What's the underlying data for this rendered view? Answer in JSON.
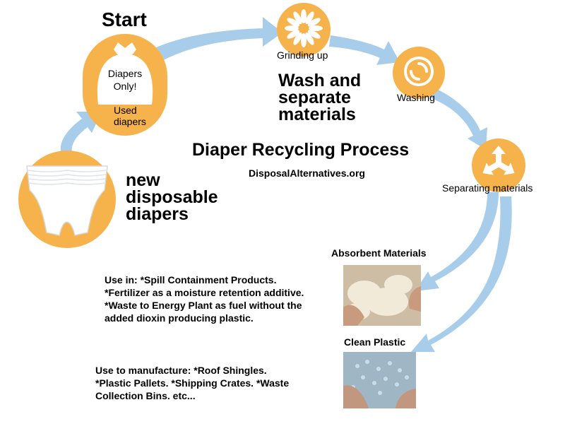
{
  "diagram": {
    "title": "Diaper Recycling Process",
    "source": "DisposalAlternatives.org",
    "start_label": "Start",
    "wash_heading": [
      "Wash and",
      "separate",
      "materials"
    ],
    "new_diapers_heading": [
      "new",
      "disposable",
      "diapers"
    ]
  },
  "steps": {
    "used": {
      "bag_text_1": "Diapers",
      "bag_text_2": "Only!",
      "label_1": "Used",
      "label_2": "diapers"
    },
    "grinding": {
      "label": "Grinding up"
    },
    "washing": {
      "label": "Washing"
    },
    "separating": {
      "label": "Separating materials"
    }
  },
  "outputs": {
    "absorbent": {
      "title": "Absorbent Materials",
      "uses": [
        "Use in: *Spill Containment Products.",
        "*Fertilizer as a moisture retention additive.",
        "*Waste to Energy Plant as fuel without the",
        "added dioxin producing plastic."
      ]
    },
    "plastic": {
      "title": "Clean Plastic",
      "uses": [
        "Use to manufacture: *Roof Shingles.",
        "*Plastic Pallets. *Shipping Crates. *Waste",
        "Collection Bins. etc..."
      ]
    }
  },
  "colors": {
    "circle": "#f6b24b",
    "arrow": "#a8cdea",
    "icon_white": "#ffffff"
  },
  "icons": [
    "trash-bag-icon",
    "diaper-icon",
    "sunburst-icon",
    "swirl-icon",
    "three-arrows-icon"
  ]
}
